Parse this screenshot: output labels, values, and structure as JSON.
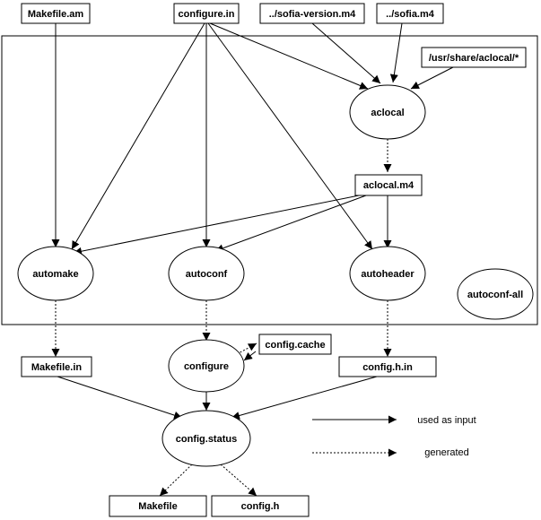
{
  "nodes": {
    "makefile_am": "Makefile.am",
    "configure_in": "configure.in",
    "sofia_version_m4": "../sofia-version.m4",
    "sofia_m4": "../sofia.m4",
    "usr_share_aclocal": "/usr/share/aclocal/*",
    "aclocal": "aclocal",
    "aclocal_m4": "aclocal.m4",
    "automake": "automake",
    "autoconf": "autoconf",
    "autoheader": "autoheader",
    "autoconf_all": "autoconf-all",
    "makefile_in": "Makefile.in",
    "configure": "configure",
    "config_cache": "config.cache",
    "config_h_in": "config.h.in",
    "config_status": "config.status",
    "makefile": "Makefile",
    "config_h": "config.h"
  },
  "legend": {
    "used_as_input": "used as input",
    "generated": "generated"
  }
}
